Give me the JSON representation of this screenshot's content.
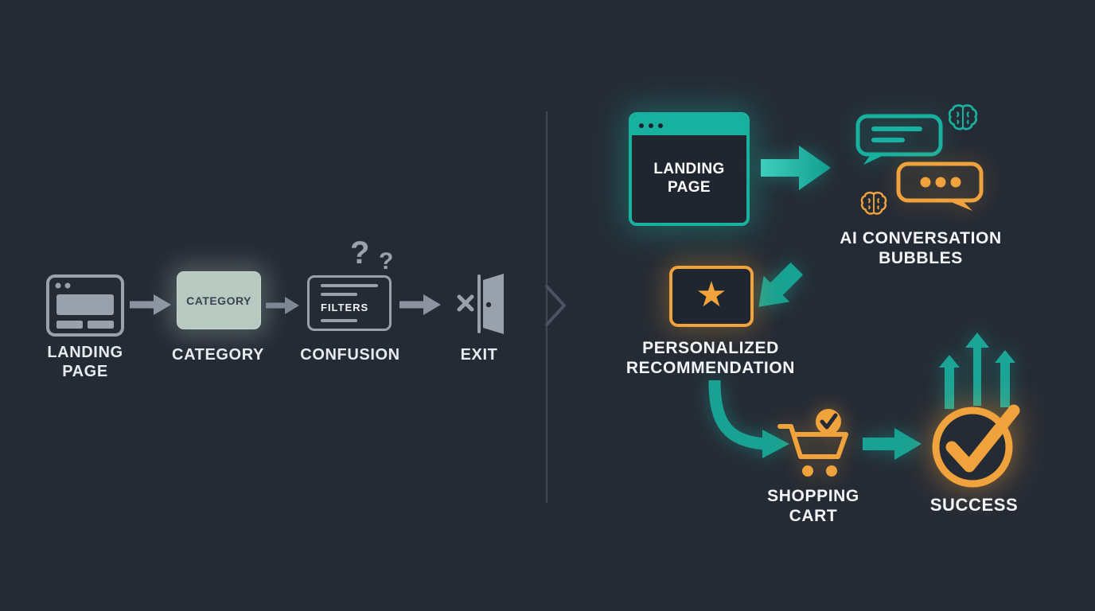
{
  "left": {
    "landing_label": "LANDING PAGE",
    "category_box_text": "CATEGORY",
    "category_label": "CATEGORY",
    "filters_box_text": "FILTERS",
    "confusion_label": "CONFUSION",
    "question_mark_large": "?",
    "question_mark_small": "?",
    "exit_label": "EXIT"
  },
  "right": {
    "landing_box_text": "LANDING PAGE",
    "ai_bubbles_label": "AI CONVERSATION BUBBLES",
    "recommendation_label": "PERSONALIZED RECOMMENDATION",
    "recommendation_star": "★",
    "cart_label": "SHOPPING CART",
    "success_label": "SUCCESS"
  },
  "colors": {
    "background": "#252b35",
    "teal": "#18b1a0",
    "orange": "#f0a23c",
    "muted_gray": "#99a1ad",
    "text": "#f3f5f8"
  }
}
